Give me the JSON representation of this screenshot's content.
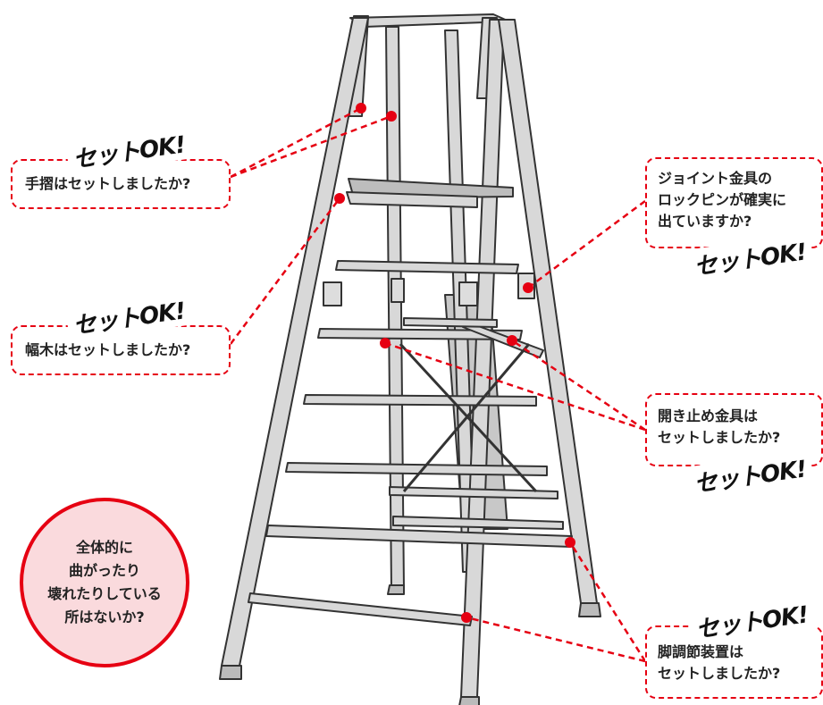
{
  "ok_label": "セットOK!",
  "callouts": {
    "handrail": "手摺はセットしましたか?",
    "toeboard": "幅木はセットしましたか?",
    "joint_lines": [
      "ジョイント金具の",
      "ロックピンが確実に",
      "出ていますか?"
    ],
    "stopper_lines": [
      "開き止め金具は",
      "セットしましたか?"
    ],
    "leg_adjuster_lines": [
      "脚調節装置は",
      "セットしましたか?"
    ]
  },
  "overall_check_lines": [
    "全体的に",
    "曲がったり",
    "壊れたりしている",
    "所はないか?"
  ],
  "colors": {
    "accent_red": "#e60012",
    "ladder_fill": "#d8d8d8",
    "ladder_stroke": "#333333",
    "circle_fill": "#fadadd"
  }
}
